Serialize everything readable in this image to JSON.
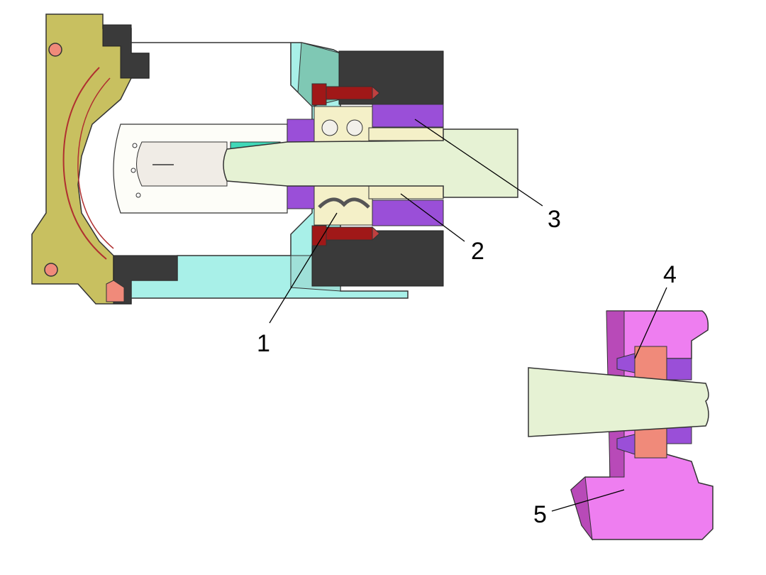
{
  "callouts": [
    {
      "id": "1",
      "text": "1"
    },
    {
      "id": "2",
      "text": "2"
    },
    {
      "id": "3",
      "text": "3"
    },
    {
      "id": "4",
      "text": "4"
    },
    {
      "id": "5",
      "text": "5"
    }
  ],
  "colors": {
    "flange": "#c8c060",
    "housing_cyan": "#a8f0e8",
    "dark_block": "#3a3a3a",
    "purple_part": "#9a4fd8",
    "red_bolt": "#a01818",
    "shaft": "#e6f2d4",
    "bearing_race": "#f4f0c8",
    "pink_housing": "#ee7ef0",
    "salmon_ring": "#f08a7a",
    "green_sleeve": "#40d8b8"
  }
}
